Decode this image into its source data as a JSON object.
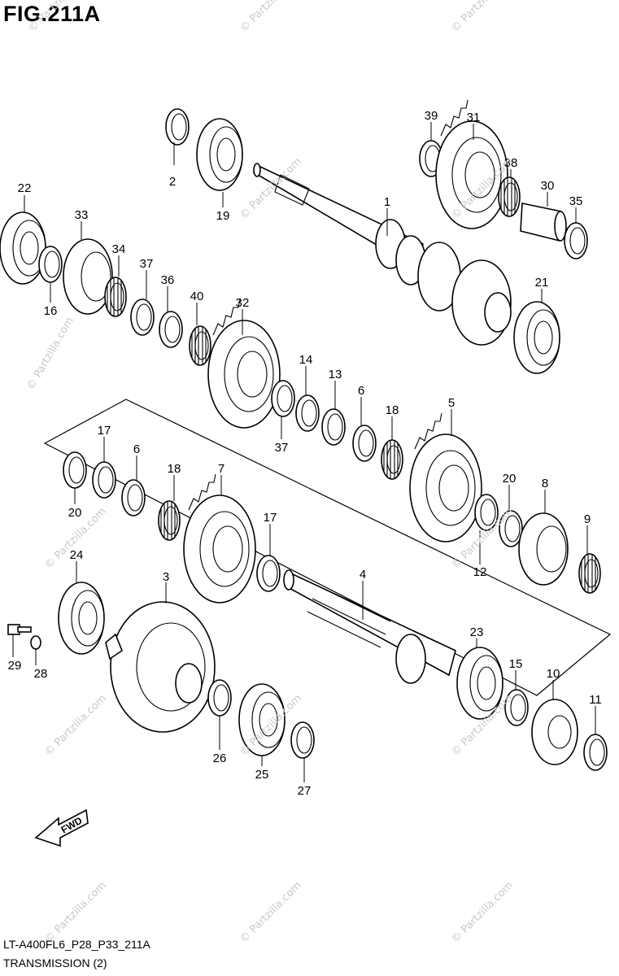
{
  "figure": {
    "title": "FIG.211A"
  },
  "footer": {
    "code": "LT-A400FL6_P28_P33_211A",
    "title": "TRANSMISSION (2)"
  },
  "watermark": {
    "text": "© Partzilla.com"
  },
  "fwd_label": "FWD",
  "callouts": [
    "1",
    "2",
    "3",
    "4",
    "5",
    "6",
    "6",
    "7",
    "8",
    "9",
    "10",
    "11",
    "12",
    "13",
    "14",
    "15",
    "16",
    "17",
    "17",
    "18",
    "18",
    "19",
    "20",
    "20",
    "21",
    "22",
    "23",
    "24",
    "25",
    "26",
    "27",
    "28",
    "29",
    "30",
    "31",
    "32",
    "33",
    "34",
    "35",
    "36",
    "37",
    "37",
    "38",
    "39",
    "40"
  ]
}
